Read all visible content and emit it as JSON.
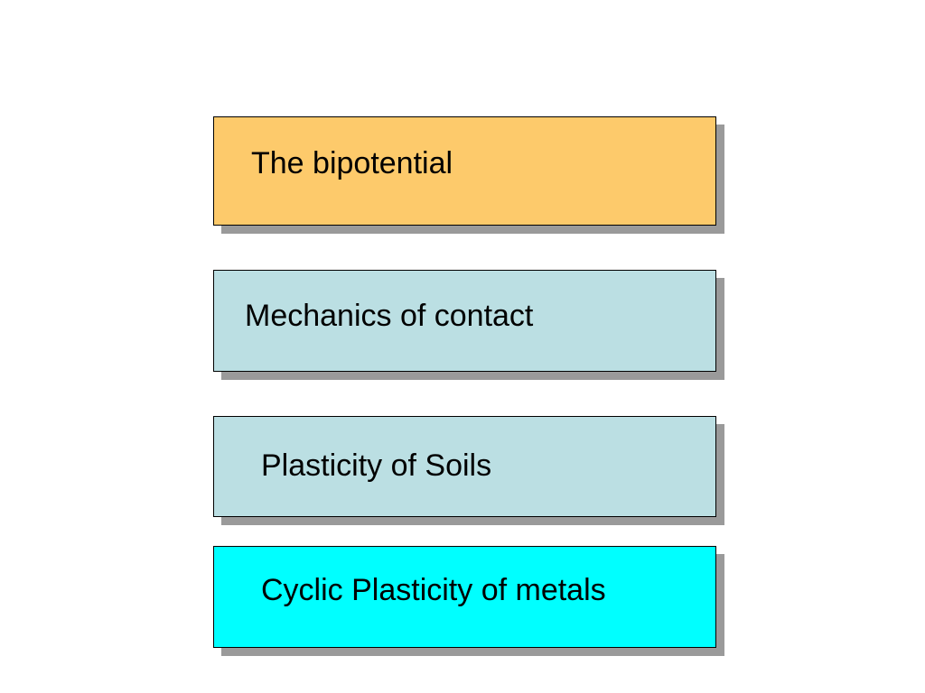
{
  "slide": {
    "boxes": [
      {
        "label": "The bipotential",
        "color": "#fdca6b"
      },
      {
        "label": "Mechanics of contact",
        "color": "#bbdfe3"
      },
      {
        "label": "Plasticity of Soils",
        "color": "#bbdfe3"
      },
      {
        "label": "Cyclic Plasticity of metals",
        "color": "#00ffff"
      }
    ],
    "shadow_color": "#9a9a9a"
  }
}
